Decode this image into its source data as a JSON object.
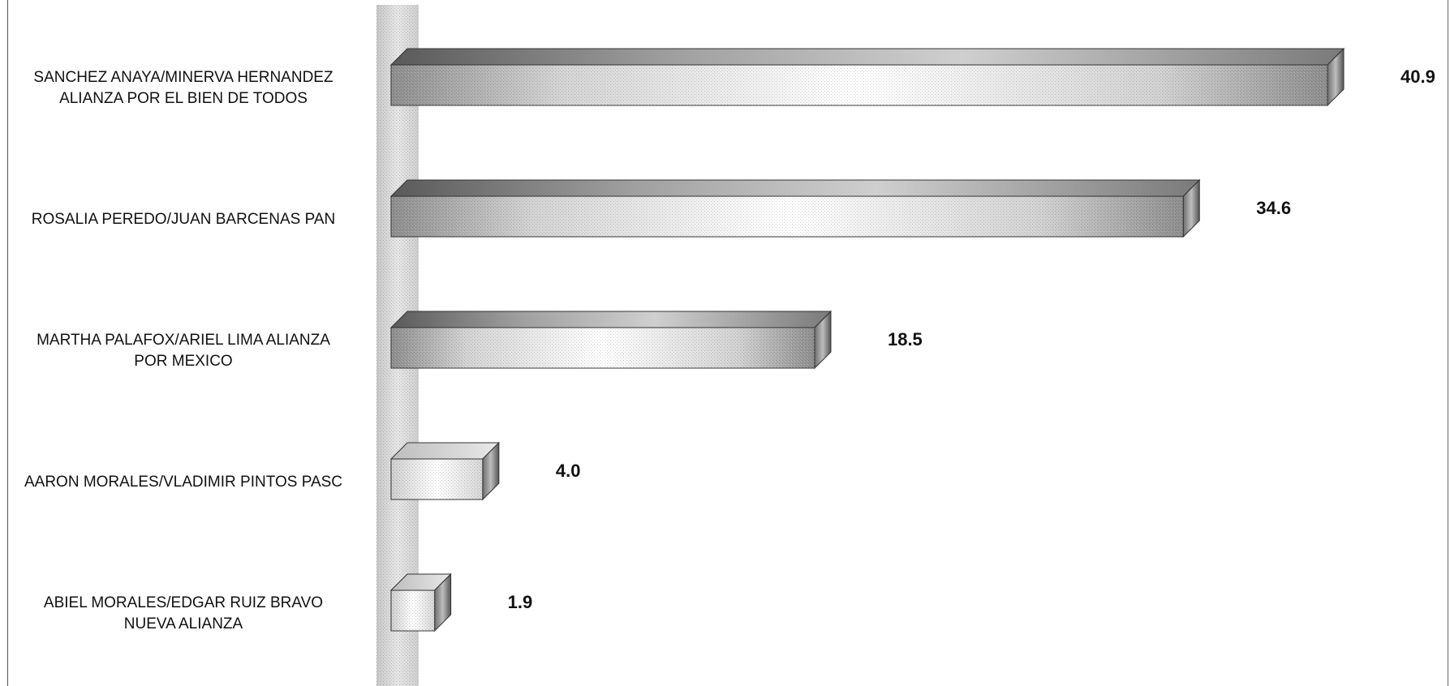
{
  "chart_data": {
    "type": "bar",
    "orientation": "horizontal",
    "categories": [
      "SANCHEZ ANAYA/MINERVA HERNANDEZ\nALIANZA POR EL BIEN DE TODOS",
      "ROSALIA PEREDO/JUAN BARCENAS PAN",
      "MARTHA PALAFOX/ARIEL LIMA ALIANZA\nPOR MEXICO",
      "AARON MORALES/VLADIMIR PINTOS PASC",
      "ABIEL MORALES/EDGAR RUIZ BRAVO\nNUEVA ALIANZA"
    ],
    "values": [
      40.9,
      34.6,
      18.5,
      4.0,
      1.9
    ],
    "value_labels": [
      "40.9",
      "34.6",
      "18.5",
      "4.0",
      "1.9"
    ],
    "xlim": [
      0,
      42
    ],
    "grid": false,
    "legend": "none",
    "style": "3d",
    "colors": {
      "bar_dark": "#8a8a8a",
      "bar_light": "#ffffff",
      "wall": "#d9d9d9"
    }
  }
}
